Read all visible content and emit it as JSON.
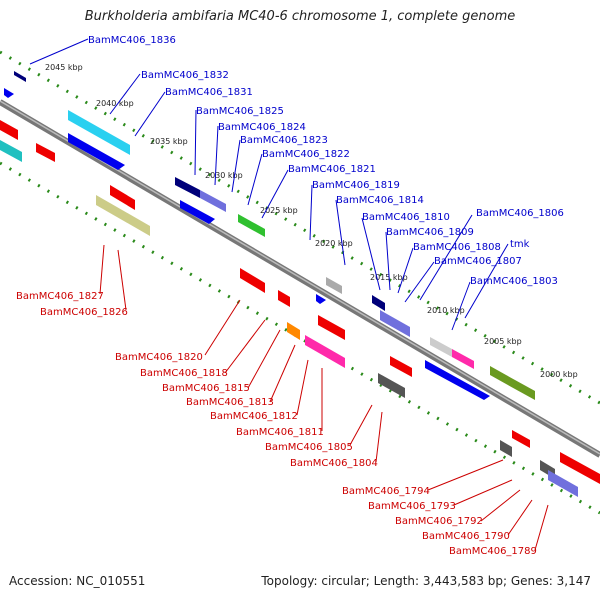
{
  "title": "Burkholderia ambifaria MC40-6 chromosome 1, complete genome",
  "footer": {
    "accession": "Accession: NC_010551",
    "summary": "Topology: circular; Length: 3,443,583 bp; Genes: 3,147"
  },
  "ticks": [
    "2045 kbp",
    "2040 kbp",
    "2035 kbp",
    "2030 kbp",
    "2025 kbp",
    "2020 kbp",
    "2015 kbp",
    "2010 kbp",
    "2005 kbp",
    "2000 kbp"
  ],
  "labels_blue": [
    "BamMC406_1836",
    "BamMC406_1832",
    "BamMC406_1831",
    "BamMC406_1825",
    "BamMC406_1824",
    "BamMC406_1823",
    "BamMC406_1822",
    "BamMC406_1821",
    "BamMC406_1819",
    "BamMC406_1814",
    "BamMC406_1810",
    "BamMC406_1806",
    "BamMC406_1809",
    "BamMC406_1808",
    "tmk",
    "BamMC406_1807",
    "BamMC406_1803"
  ],
  "labels_red": [
    "BamMC406_1827",
    "BamMC406_1826",
    "BamMC406_1820",
    "BamMC406_1818",
    "BamMC406_1815",
    "BamMC406_1813",
    "BamMC406_1812",
    "BamMC406_1811",
    "BamMC406_1805",
    "BamMC406_1804",
    "BamMC406_1794",
    "BamMC406_1793",
    "BamMC406_1792",
    "BamMC406_1790",
    "BamMC406_1789"
  ],
  "colors": {
    "forward_strand": "#0000cc",
    "reverse_strand": "#cc0000",
    "backbone": "#777777",
    "tick_marks": "#2a8a1a"
  }
}
